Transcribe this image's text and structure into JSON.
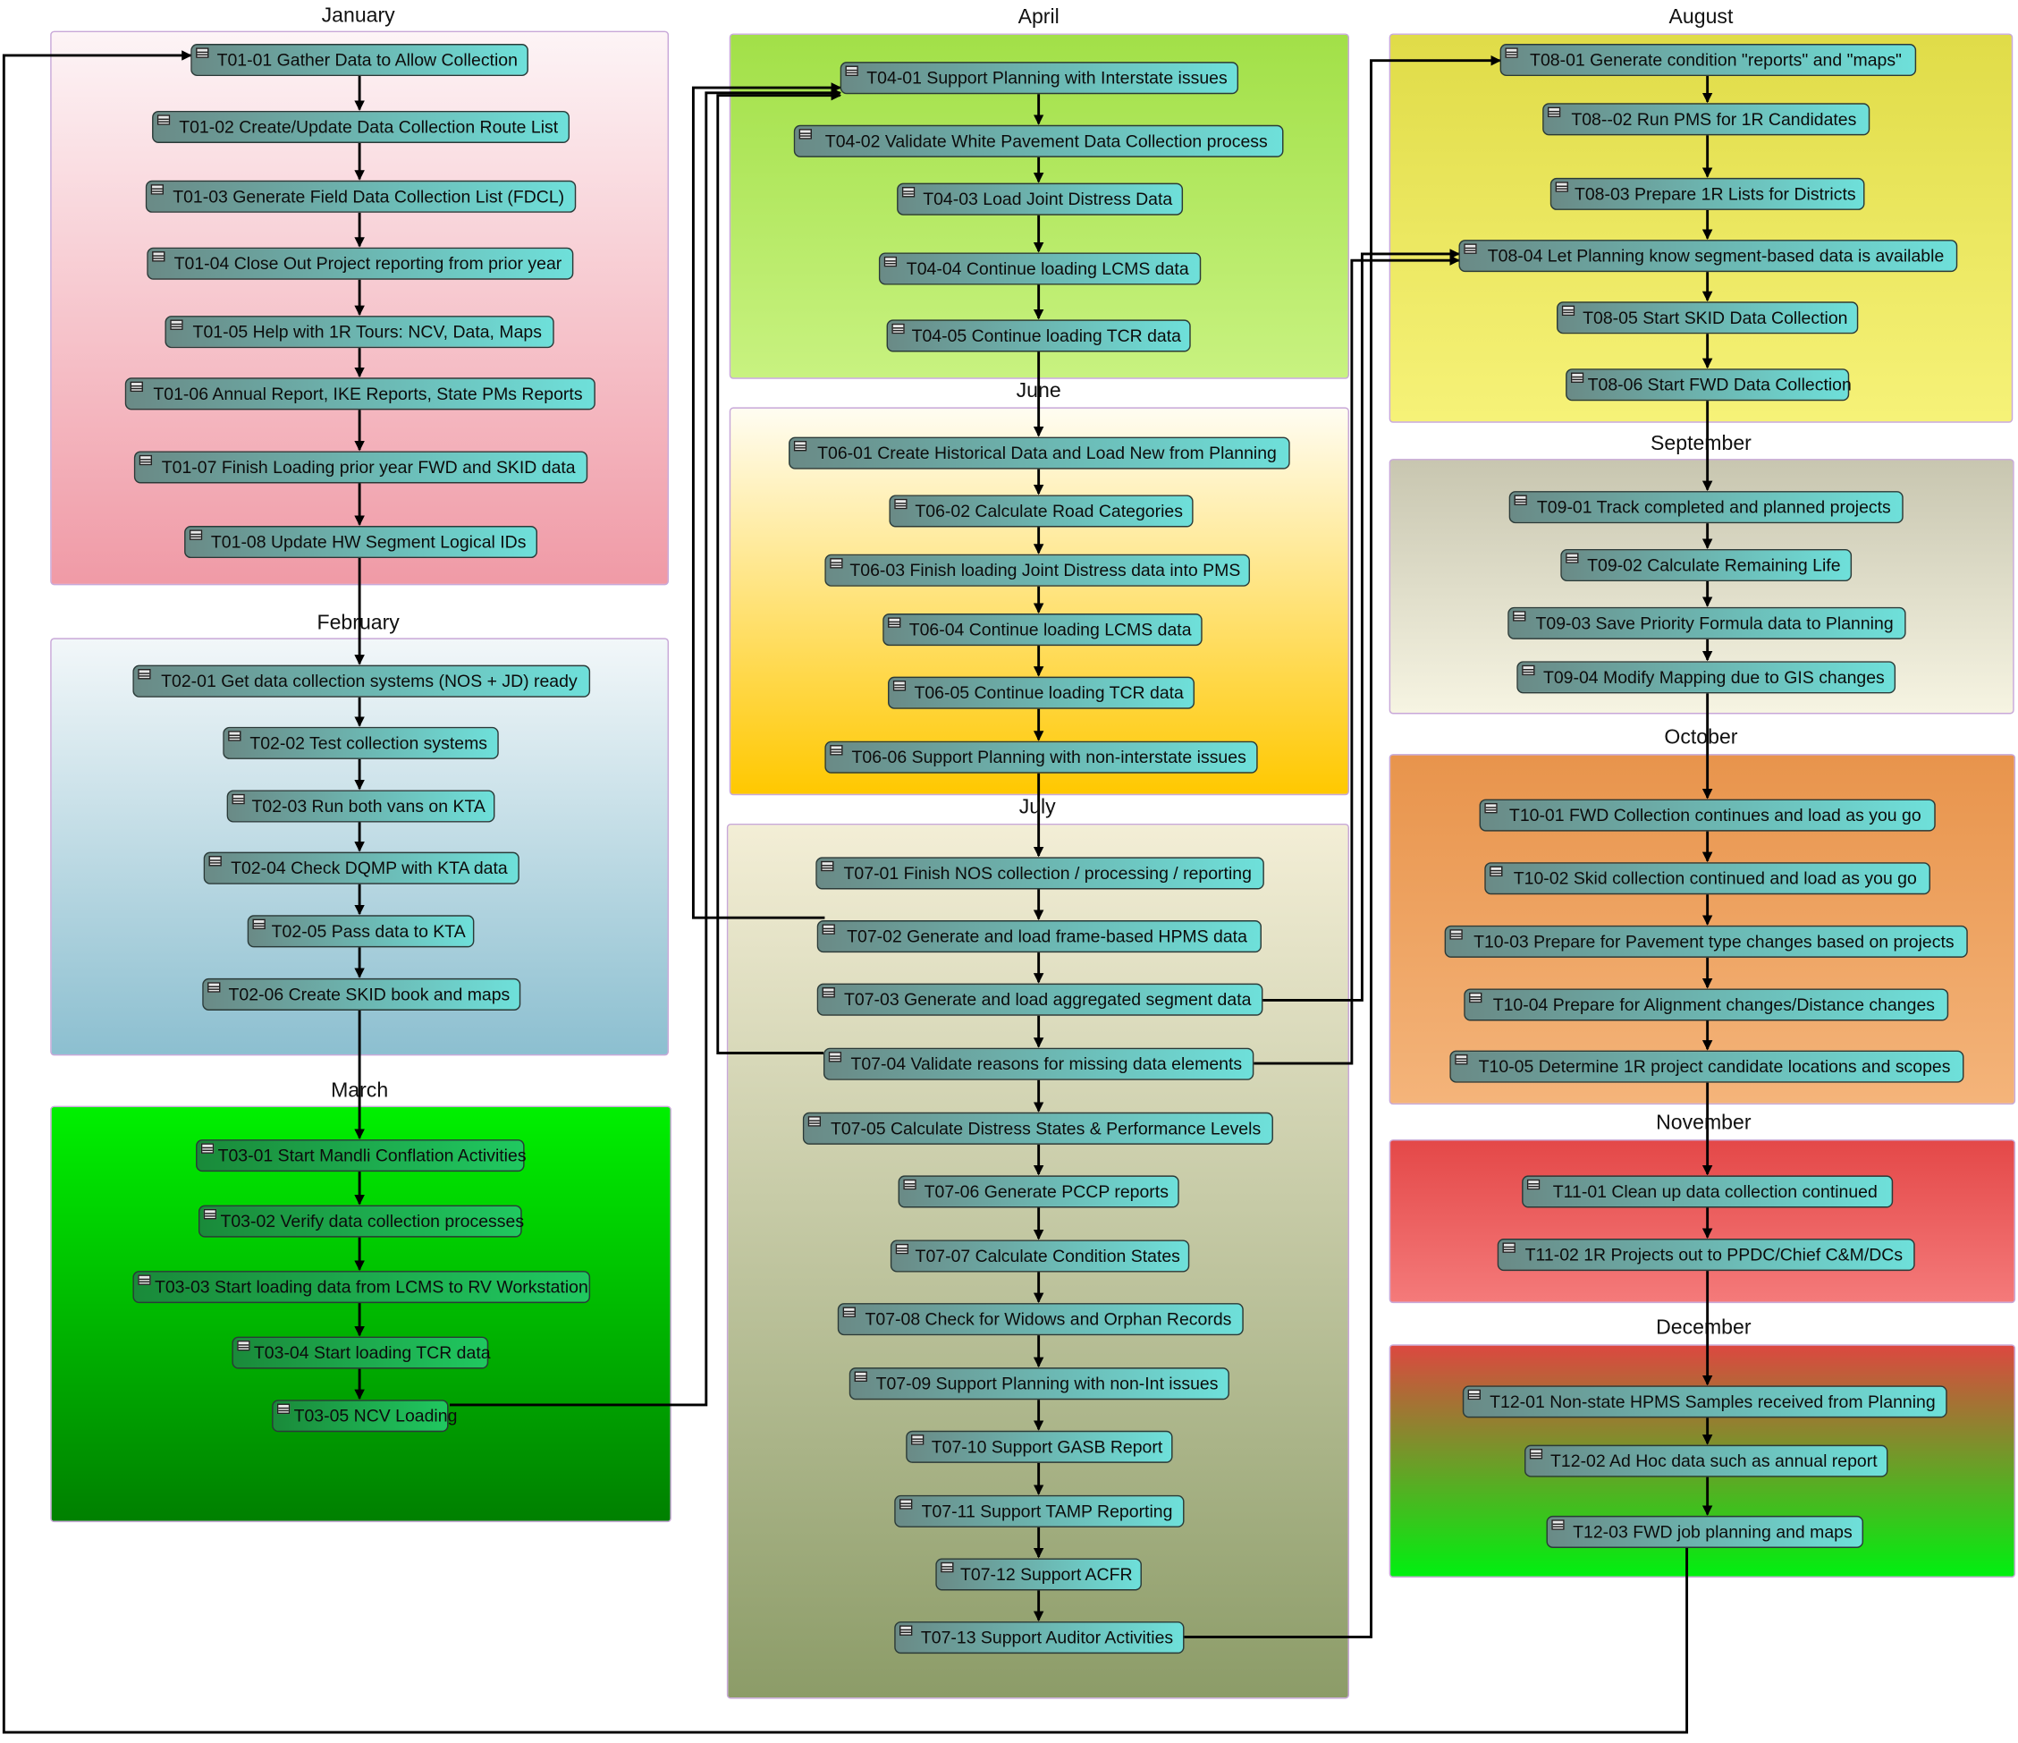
{
  "months": [
    {
      "name": "January",
      "grad": [
        "#fdf4f6",
        "#f09aa6"
      ],
      "tasks": [
        "T01-01 Gather Data to Allow Collection",
        "T01-02 Create/Update Data Collection Route List",
        "T01-03 Generate Field Data Collection List (FDCL)",
        "T01-04 Close Out Project reporting from prior year",
        "T01-05 Help with 1R Tours: NCV, Data, Maps",
        "T01-06 Annual Report, IKE Reports, State PMs Reports",
        "T01-07 Finish Loading prior year FWD and SKID data",
        "T01-08 Update HW Segment Logical IDs"
      ]
    },
    {
      "name": "February",
      "grad": [
        "#f2f7f9",
        "#8cbfd0"
      ],
      "tasks": [
        "T02-01 Get data collection systems (NOS + JD) ready",
        "T02-02 Test collection systems",
        "T02-03 Run both vans on KTA",
        "T02-04 Check DQMP with KTA data",
        "T02-05 Pass data to KTA",
        "T02-06 Create SKID book and maps"
      ]
    },
    {
      "name": "March",
      "grad": [
        "#00f000",
        "#008000"
      ],
      "tasks": [
        "T03-01 Start Mandli Conflation Activities",
        "T03-02 Verify data collection processes",
        "T03-03 Start loading data from LCMS to RV Workstation",
        "T03-04 Start loading TCR data",
        "T03-05 NCV Loading"
      ]
    },
    {
      "name": "April",
      "grad": [
        "#a2e048",
        "#c8f280"
      ],
      "tasks": [
        "T04-01 Support Planning with Interstate issues",
        "T04-02 Validate  White Pavement Data Collection process",
        "T04-03 Load Joint Distress Data",
        "T04-04 Continue loading LCMS data",
        "T04-05 Continue loading TCR data"
      ]
    },
    {
      "name": "June",
      "grad": [
        "#fffdf2",
        "#ffc800"
      ],
      "tasks": [
        "T06-01 Create Historical Data and Load New from Planning",
        "T06-02 Calculate Road Categories",
        "T06-03 Finish loading Joint Distress data into PMS",
        "T06-04 Continue loading LCMS data",
        "T06-05 Continue loading TCR data",
        "T06-06 Support Planning with non-interstate issues"
      ]
    },
    {
      "name": "July",
      "grad": [
        "#f3eed6",
        "#8c9c68"
      ],
      "tasks": [
        "T07-01 Finish NOS collection / processing / reporting",
        "T07-02 Generate and load frame-based HPMS data",
        "T07-03 Generate and load aggregated segment data",
        "T07-04 Validate reasons for missing data elements",
        "T07-05 Calculate Distress States & Performance Levels",
        "T07-06 Generate PCCP reports",
        "T07-07 Calculate Condition States",
        "T07-08 Check for Widows and Orphan Records",
        "T07-09 Support Planning with non-Int issues",
        "T07-10 Support GASB Report",
        "T07-11 Support TAMP Reporting",
        "T07-12 Support ACFR",
        "T07-13 Support Auditor Activities"
      ]
    },
    {
      "name": "August",
      "grad": [
        "#e0dc48",
        "#f6f278"
      ],
      "tasks": [
        "T08-01 Generate condition \"reports\" and \"maps\"",
        "T08--02 Run PMS for 1R Candidates",
        "T08-03 Prepare 1R Lists for Districts",
        "T08-04 Let Planning know segment-based data is available",
        "T08-05 Start SKID Data Collection",
        "T08-06 Start FWD Data Collection"
      ]
    },
    {
      "name": "September",
      "grad": [
        "#c8c6b0",
        "#f6f4e2"
      ],
      "tasks": [
        "T09-01 Track completed and planned projects",
        "T09-02 Calculate Remaining Life",
        "T09-03 Save Priority Formula data to Planning",
        "T09-04 Modify Mapping due to GIS changes"
      ]
    },
    {
      "name": "October",
      "grad": [
        "#e8944c",
        "#f4b47a"
      ],
      "tasks": [
        "T10-01 FWD Collection continues and load as you go",
        "T10-02 Skid collection continued and load as you go",
        "T10-03 Prepare for Pavement type changes based on projects",
        "T10-04 Prepare for Alignment changes/Distance changes",
        "T10-05 Determine 1R project candidate locations and scopes"
      ]
    },
    {
      "name": "November",
      "grad": [
        "#e44848",
        "#f47a7a"
      ],
      "tasks": [
        "T11-01 Clean up  data collection continued",
        "T11-02 1R Projects out to PPDC/Chief C&M/DCs"
      ]
    },
    {
      "name": "December",
      "grad": [
        "#dc4840",
        "#00f010"
      ],
      "tasks": [
        "T12-01 Non-state HPMS Samples received from Planning",
        "T12-02 Ad Hoc data such as annual report",
        "T12-03 FWD job planning and maps"
      ]
    }
  ],
  "colors": {
    "task_left": "#6a8a86",
    "task_right": "#6ee0da",
    "task_left_green": "#1a8a3a",
    "task_right_green": "#20c860",
    "wire": "#000000",
    "border": "#c8a8d8"
  }
}
